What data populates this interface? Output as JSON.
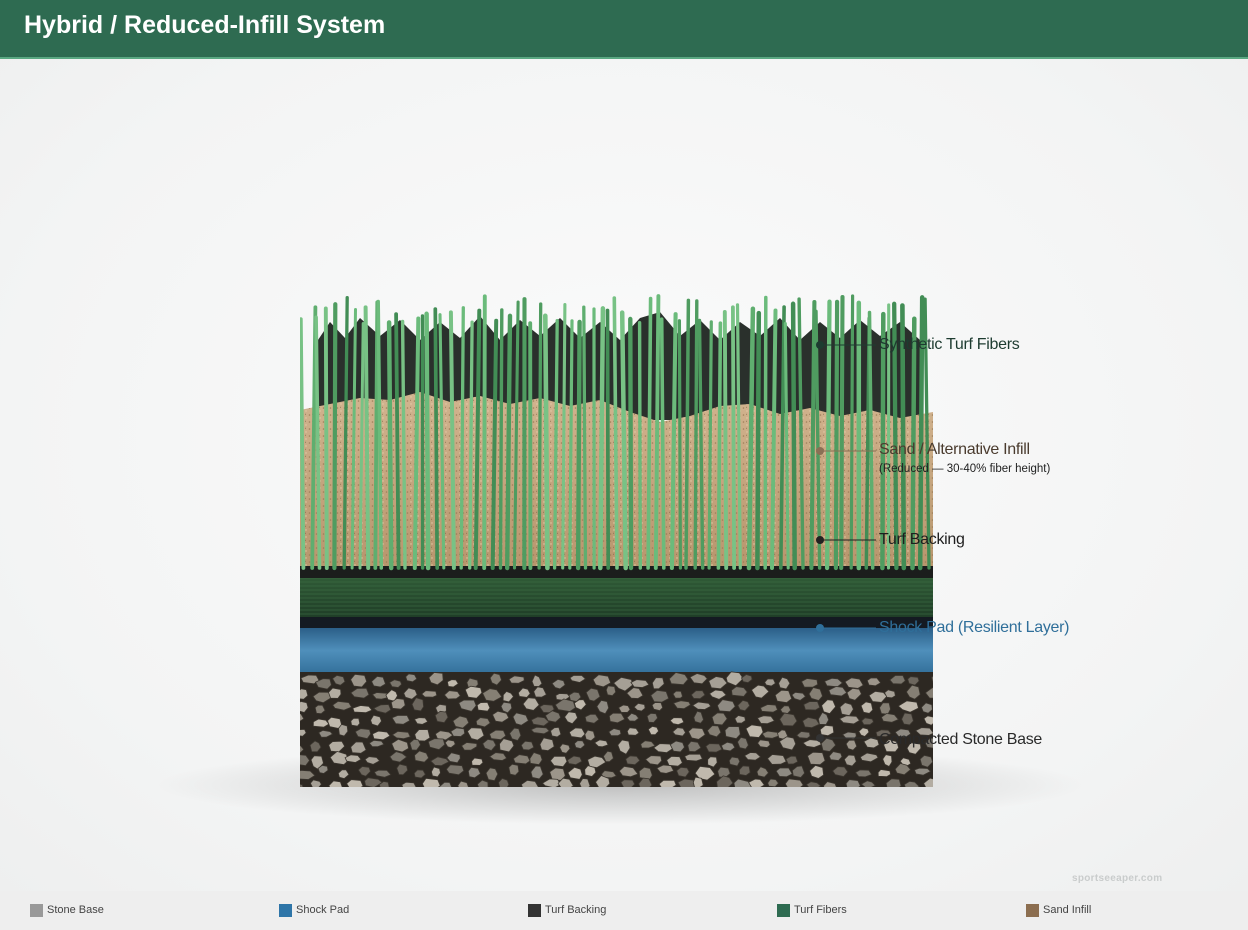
{
  "header": {
    "title": "Hybrid / Reduced-Infill System"
  },
  "layers": [
    {
      "id": "fibers",
      "name": "Synthetic Turf Fibers",
      "note": "",
      "color": "#1d3b30"
    },
    {
      "id": "infill",
      "name": "Sand / Alternative Infill",
      "note": "(Reduced — 30-40% fiber height)",
      "color": "#4a3b2e"
    },
    {
      "id": "backing",
      "name": "Turf Backing",
      "note": "",
      "color": "#1e1e1e"
    },
    {
      "id": "shockpad",
      "name": "Shock Pad (Resilient Layer)",
      "note": "",
      "color": "#2f6f9a"
    },
    {
      "id": "stone",
      "name": "Compacted Stone Base",
      "note": "",
      "color": "#2a2a2a"
    }
  ],
  "watermark": "sportseeaper.com",
  "legend": [
    {
      "label": "Stone Base",
      "color": "#999999"
    },
    {
      "label": "Shock Pad",
      "color": "#2e75a8"
    },
    {
      "label": "Turf Backing",
      "color": "#333333"
    },
    {
      "label": "Turf Fibers",
      "color": "#2e6b51"
    },
    {
      "label": "Sand Infill",
      "color": "#8c6e50"
    }
  ]
}
